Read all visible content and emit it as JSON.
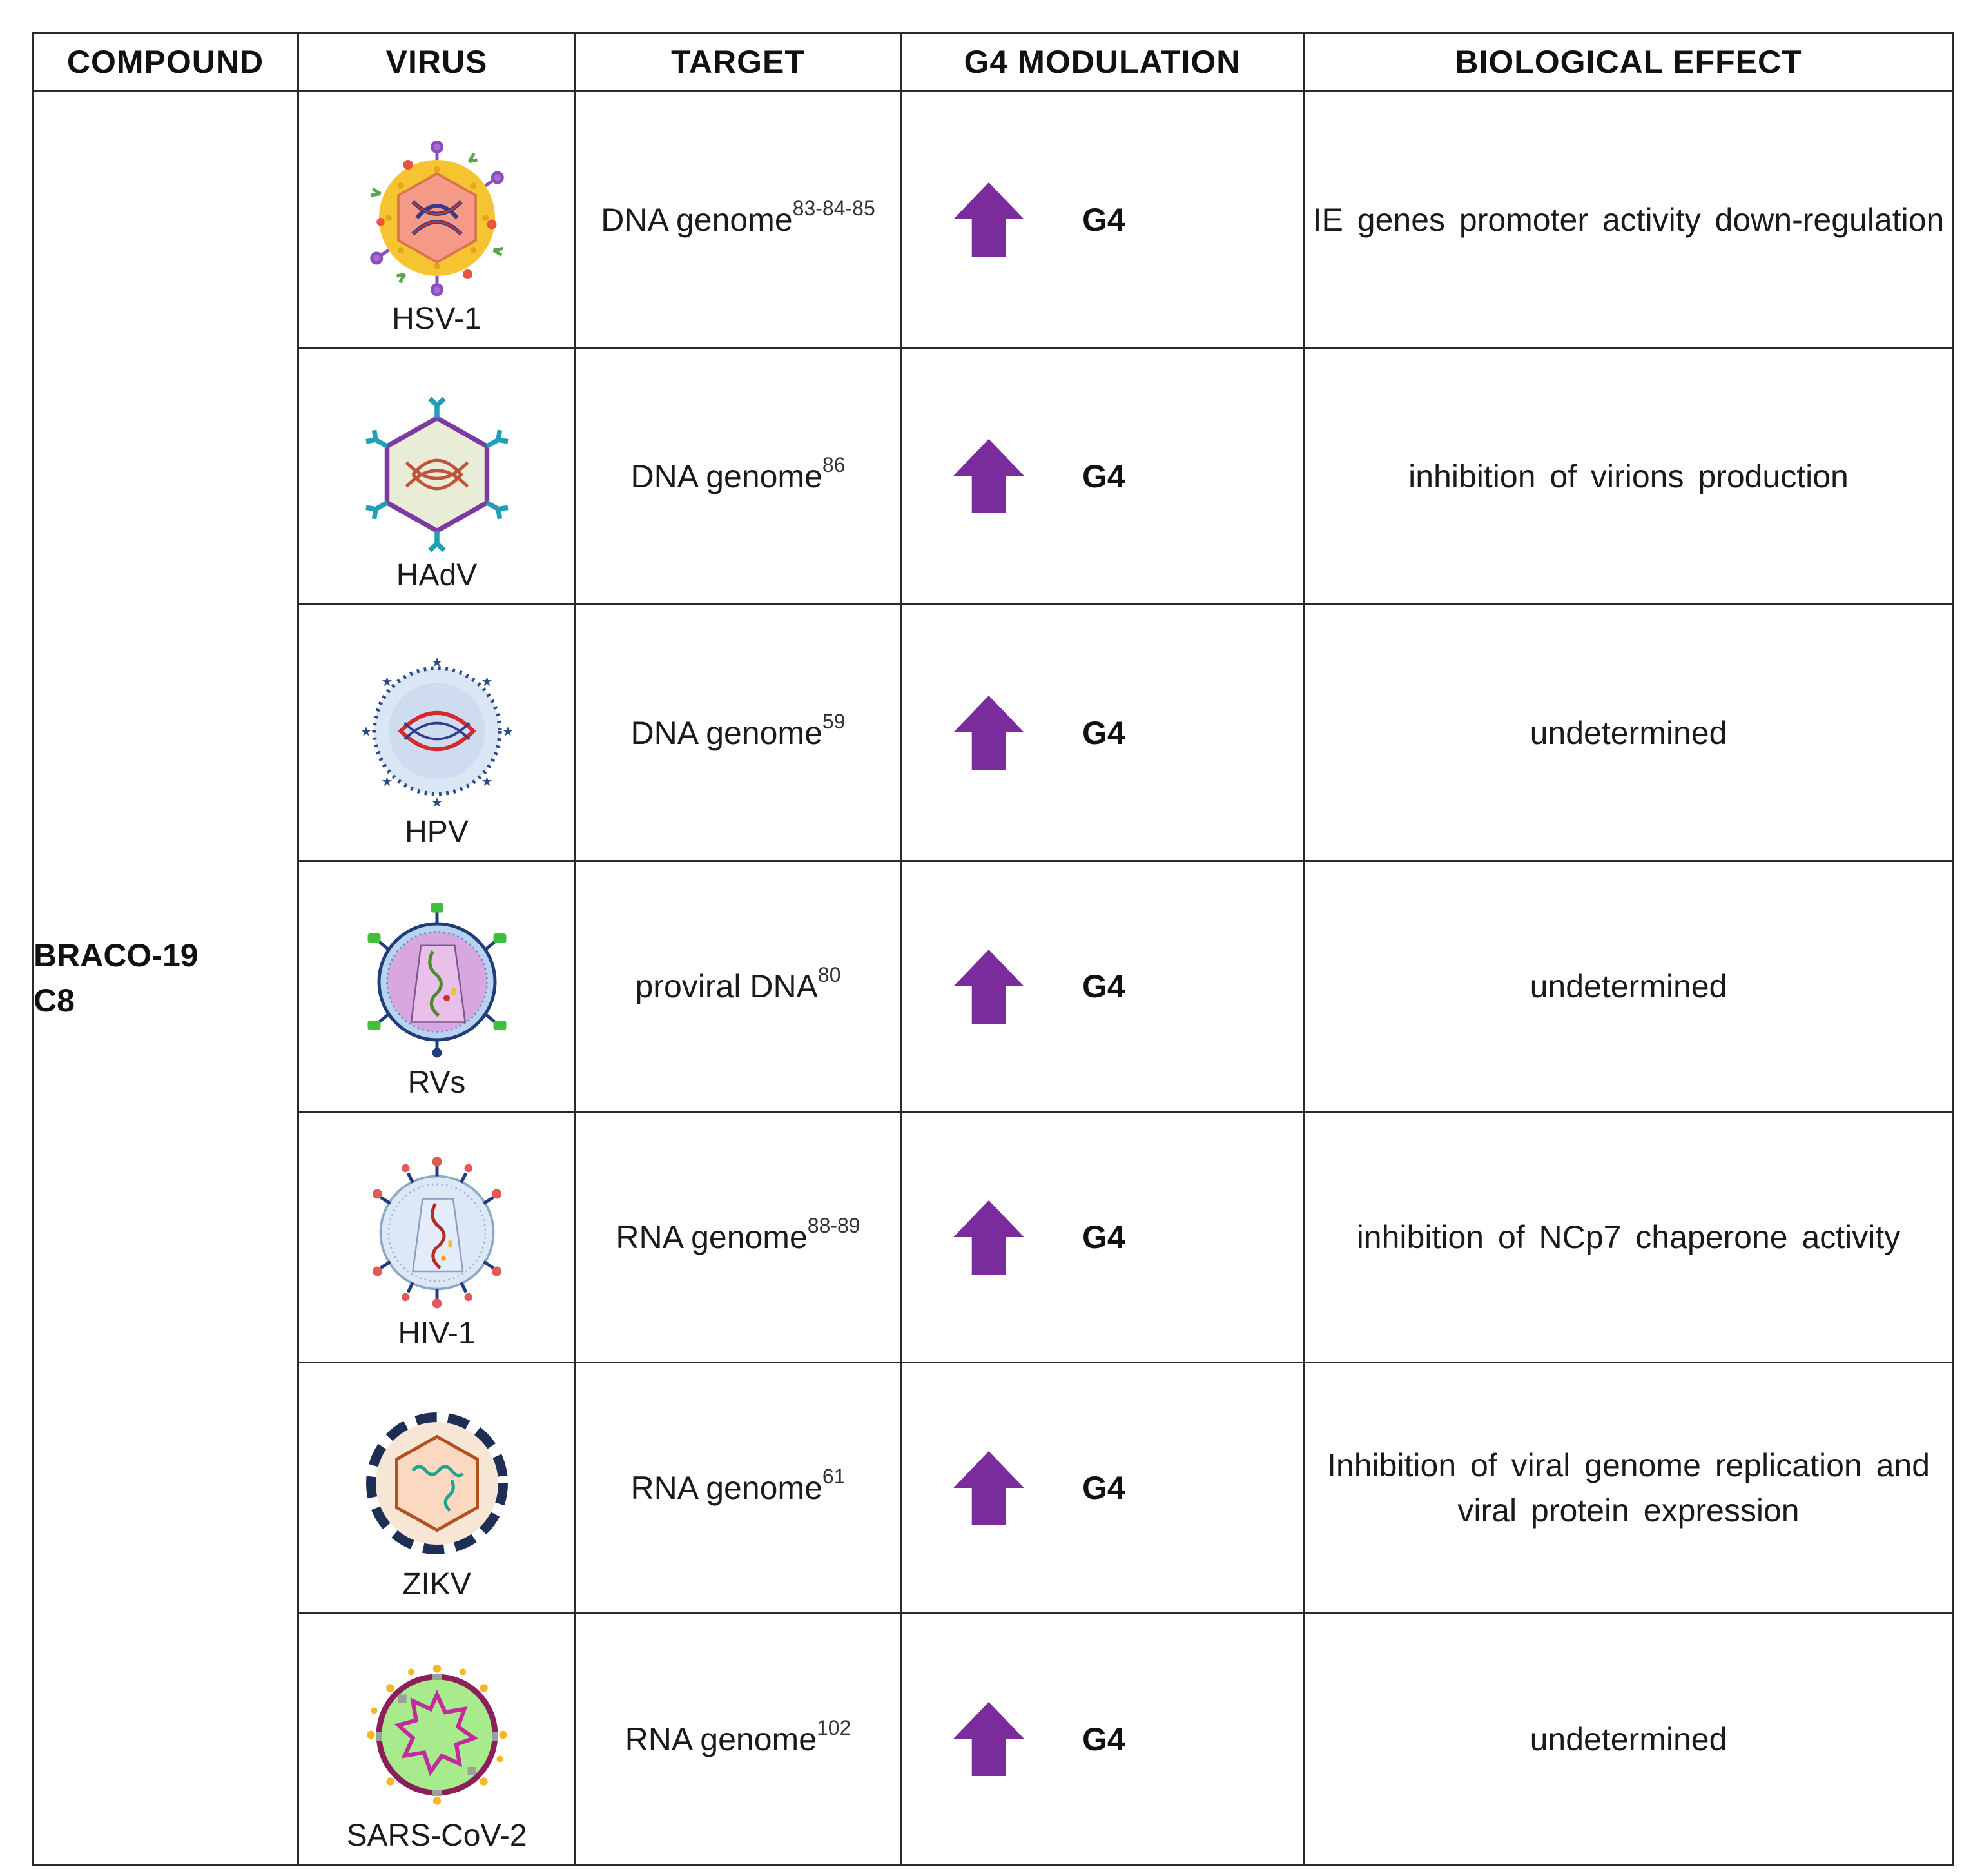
{
  "headers": {
    "compound": "COMPOUND",
    "virus": "VIRUS",
    "target": "TARGET",
    "g4_modulation": "G4 MODULATION",
    "biological_effect": "BIOLOGICAL EFFECT"
  },
  "compound": {
    "line1": "BRACO-19",
    "line2": "C8"
  },
  "arrow_color": "#7b2c9c",
  "rows": [
    {
      "virus": "HSV-1",
      "target_text": "DNA genome",
      "target_ref": "83-84-85",
      "modulation": "G4",
      "effect": "IE genes promoter activity down-regulation"
    },
    {
      "virus": "HAdV",
      "target_text": "DNA genome",
      "target_ref": "86",
      "modulation": "G4",
      "effect": "inhibition of virions production"
    },
    {
      "virus": "HPV",
      "target_text": "DNA genome",
      "target_ref": "59",
      "modulation": "G4",
      "effect": "undetermined"
    },
    {
      "virus": "RVs",
      "target_text": "proviral DNA",
      "target_ref": "80",
      "modulation": "G4",
      "effect": "undetermined"
    },
    {
      "virus": "HIV-1",
      "target_text": "RNA genome",
      "target_ref": "88-89",
      "modulation": "G4",
      "effect": "inhibition of NCp7 chaperone activity"
    },
    {
      "virus": "ZIKV",
      "target_text": "RNA genome",
      "target_ref": "61",
      "modulation": "G4",
      "effect": "Inhibition of viral genome replication and viral protein expression"
    },
    {
      "virus": "SARS-CoV-2",
      "target_text": "RNA genome",
      "target_ref": "102",
      "modulation": "G4",
      "effect": "undetermined"
    }
  ]
}
